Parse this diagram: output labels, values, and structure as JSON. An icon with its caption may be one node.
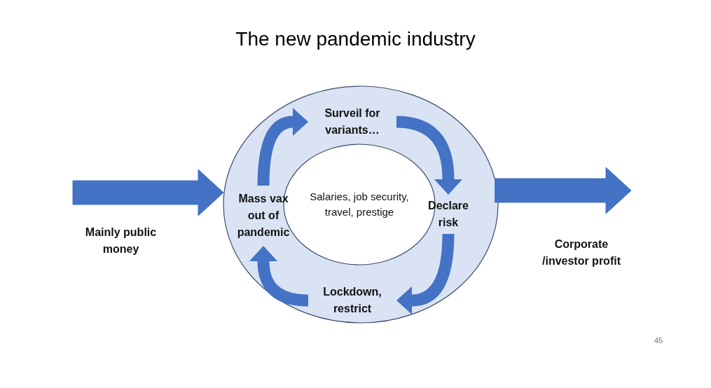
{
  "diagram": {
    "title": "The new pandemic industry",
    "nodes": [
      {
        "text": [
          "Mainly public money"
        ]
      },
      {
        "text": [],
        "shape": "circle"
      },
      {
        "text": [
          "Surveil for variants…"
        ],
        "in": 1
      },
      {
        "text": [
          "Declare risk"
        ],
        "in": 1
      },
      {
        "text": [
          "Lockdown, restrict"
        ],
        "in": 1
      },
      {
        "text": [
          "Mass vax out of pandemic"
        ],
        "in": 1
      },
      {
        "text": [
          "Salaries, job security, travel, prestige"
        ],
        "in": 1
      },
      {
        "text": [
          "Corporate /investor profit"
        ]
      }
    ],
    "edges": [
      {
        "from": 0,
        "to": 1,
        "arrow": "to",
        "style": "thick"
      },
      {
        "from": 2,
        "to": 3,
        "arrow": "to"
      },
      {
        "from": 3,
        "to": 4,
        "arrow": "to"
      },
      {
        "from": 4,
        "to": 5,
        "arrow": "to"
      },
      {
        "from": 5,
        "to": 2,
        "arrow": "to"
      },
      {
        "from": 1,
        "to": 7,
        "arrow": "to",
        "style": "thick"
      }
    ],
    "labels": [
      "45"
    ]
  }
}
